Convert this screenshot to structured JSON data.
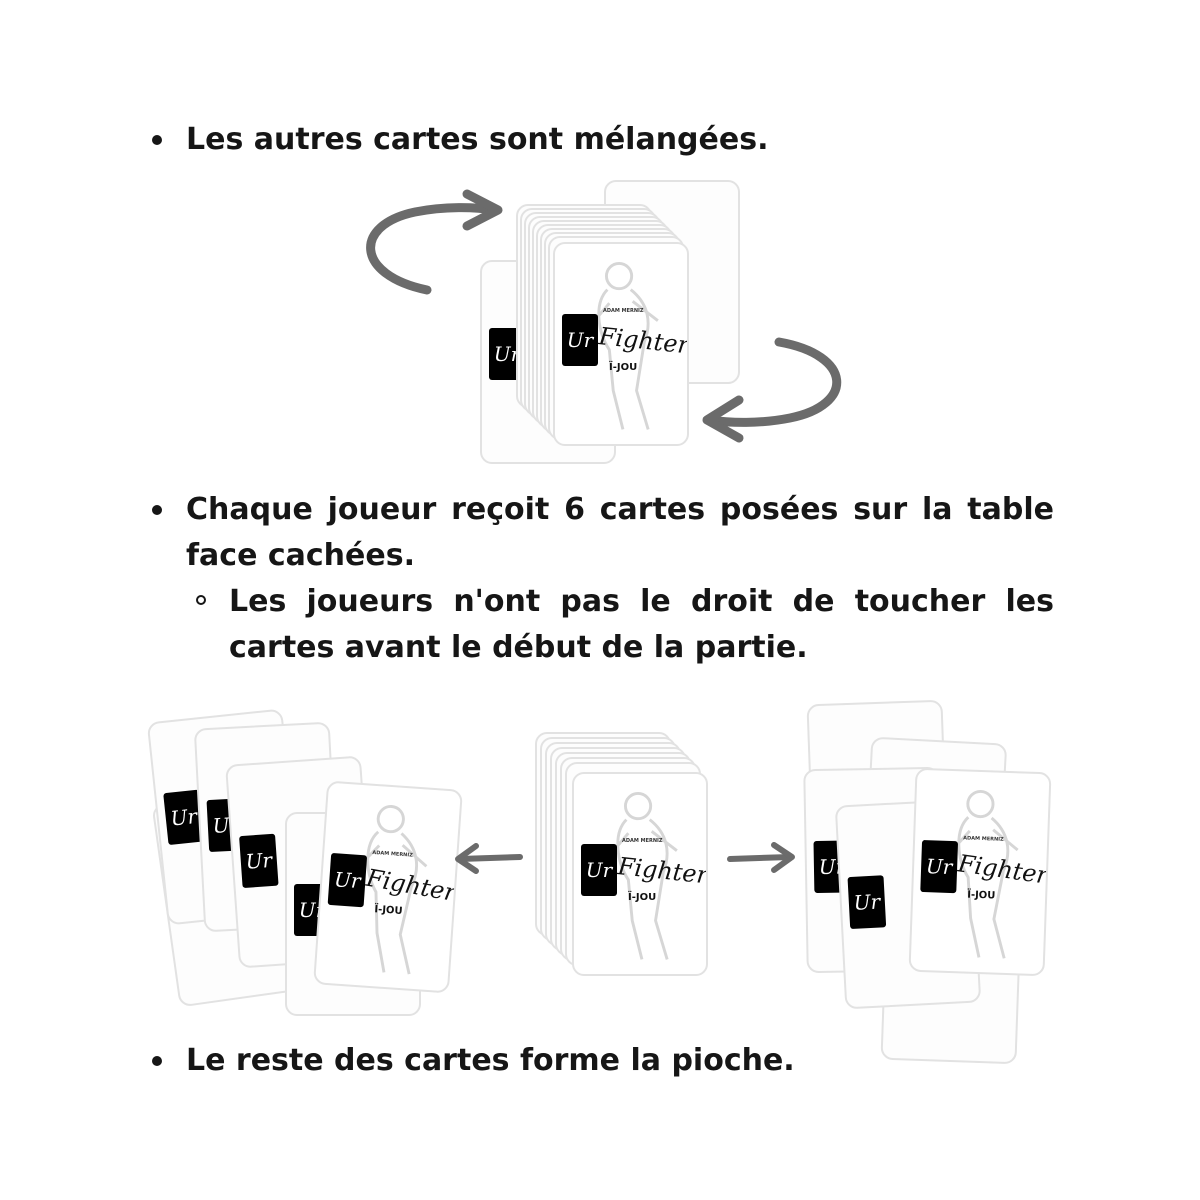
{
  "steps": [
    {
      "text": "Les autres cartes sont mélangées."
    },
    {
      "text": "Chaque joueur reçoit 6 cartes posées sur la table face cachées."
    },
    {
      "text": "Les joueurs n'ont pas le droit de toucher les cartes avant le début de la partie."
    },
    {
      "text": "Le reste des cartes forme la pioche."
    }
  ],
  "card": {
    "ur": "Ur",
    "title": "Fighter",
    "author": "ADAM MERNIZ",
    "publisher": "Ï-JOU"
  },
  "colors": {
    "text": "#161616",
    "arrow": "#6b6b6b",
    "card_border": "#e2e2e2",
    "ur_box": "#000000"
  },
  "icons": [
    "shuffle-arrow-icon",
    "deal-arrow-left-icon",
    "deal-arrow-right-icon"
  ]
}
